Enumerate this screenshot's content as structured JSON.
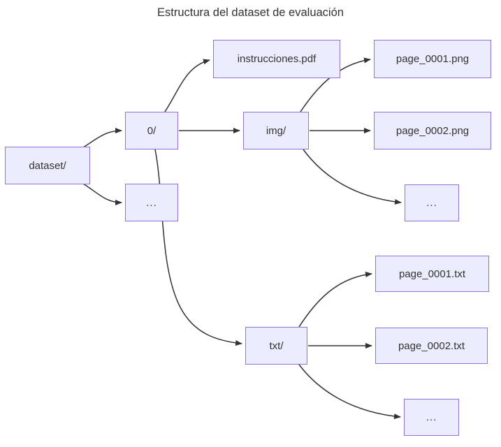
{
  "title": "Estructura del dataset de evaluación",
  "colors": {
    "background": "#ffffff",
    "node_fill": "#ECECFF",
    "node_border": "#9370DB",
    "edge": "#333333",
    "text": "#333333"
  },
  "nodes": {
    "dataset": {
      "label": "dataset/"
    },
    "folder0": {
      "label": "0/"
    },
    "dots_dataset": {
      "label": "..."
    },
    "instrucciones_pdf": {
      "label": "instrucciones.pdf"
    },
    "img_dir": {
      "label": "img/"
    },
    "page_0001_png": {
      "label": "page_0001.png"
    },
    "page_0002_png": {
      "label": "page_0002.png"
    },
    "dots_img": {
      "label": "..."
    },
    "txt_dir": {
      "label": "txt/"
    },
    "page_0001_txt": {
      "label": "page_0001.txt"
    },
    "page_0002_txt": {
      "label": "page_0002.txt"
    },
    "dots_txt": {
      "label": "..."
    }
  },
  "edges": [
    {
      "from": "dataset",
      "to": "folder0"
    },
    {
      "from": "dataset",
      "to": "dots_dataset"
    },
    {
      "from": "folder0",
      "to": "instrucciones_pdf"
    },
    {
      "from": "folder0",
      "to": "img_dir"
    },
    {
      "from": "folder0",
      "to": "txt_dir"
    },
    {
      "from": "img_dir",
      "to": "page_0001_png"
    },
    {
      "from": "img_dir",
      "to": "page_0002_png"
    },
    {
      "from": "img_dir",
      "to": "dots_img"
    },
    {
      "from": "txt_dir",
      "to": "page_0001_txt"
    },
    {
      "from": "txt_dir",
      "to": "page_0002_txt"
    },
    {
      "from": "txt_dir",
      "to": "dots_txt"
    }
  ]
}
